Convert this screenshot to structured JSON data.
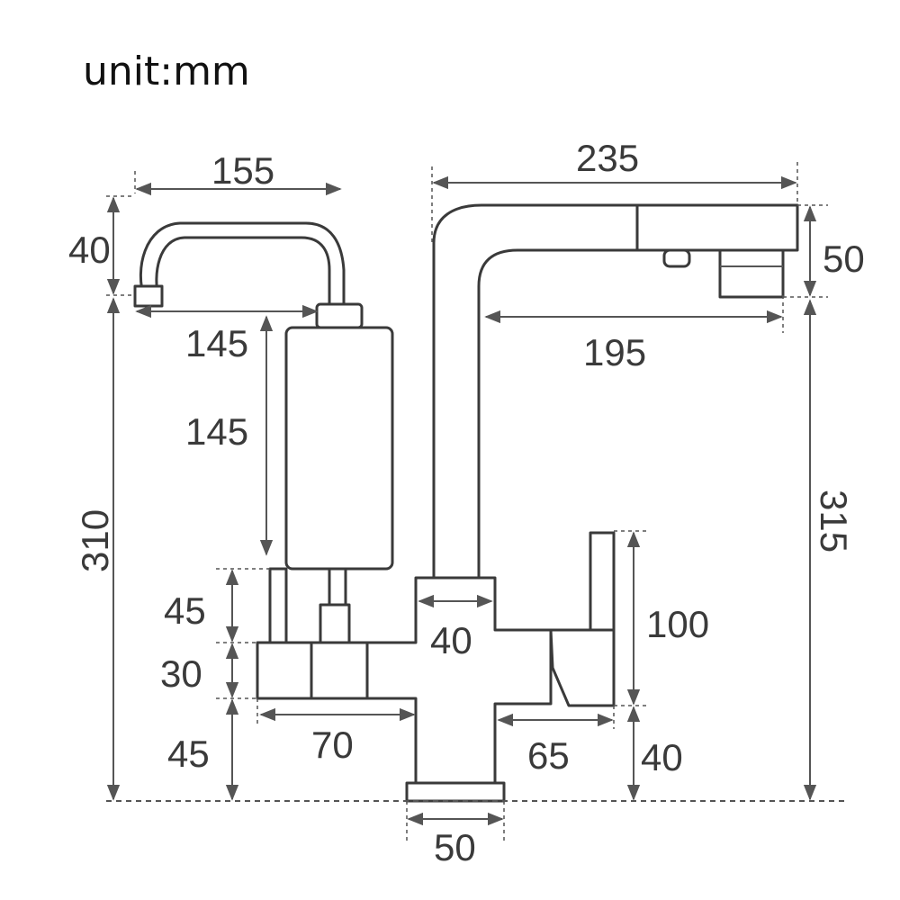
{
  "unit_label": "unit:mm",
  "dimensions": {
    "spout_reach_small": "155",
    "spout_height_small": "40",
    "spout_inner_small": "145",
    "filter_height": "145",
    "total_height_left": "310",
    "valve_height_left": "45",
    "block_height": "30",
    "base_height_left": "45",
    "block_width": "70",
    "neck_width": "40",
    "base_width": "50",
    "spout_reach_large": "235",
    "spout_height_large": "50",
    "spout_inner_large": "195",
    "total_height_right": "315",
    "handle_height": "100",
    "handle_offset": "65",
    "base_height_right": "40"
  }
}
